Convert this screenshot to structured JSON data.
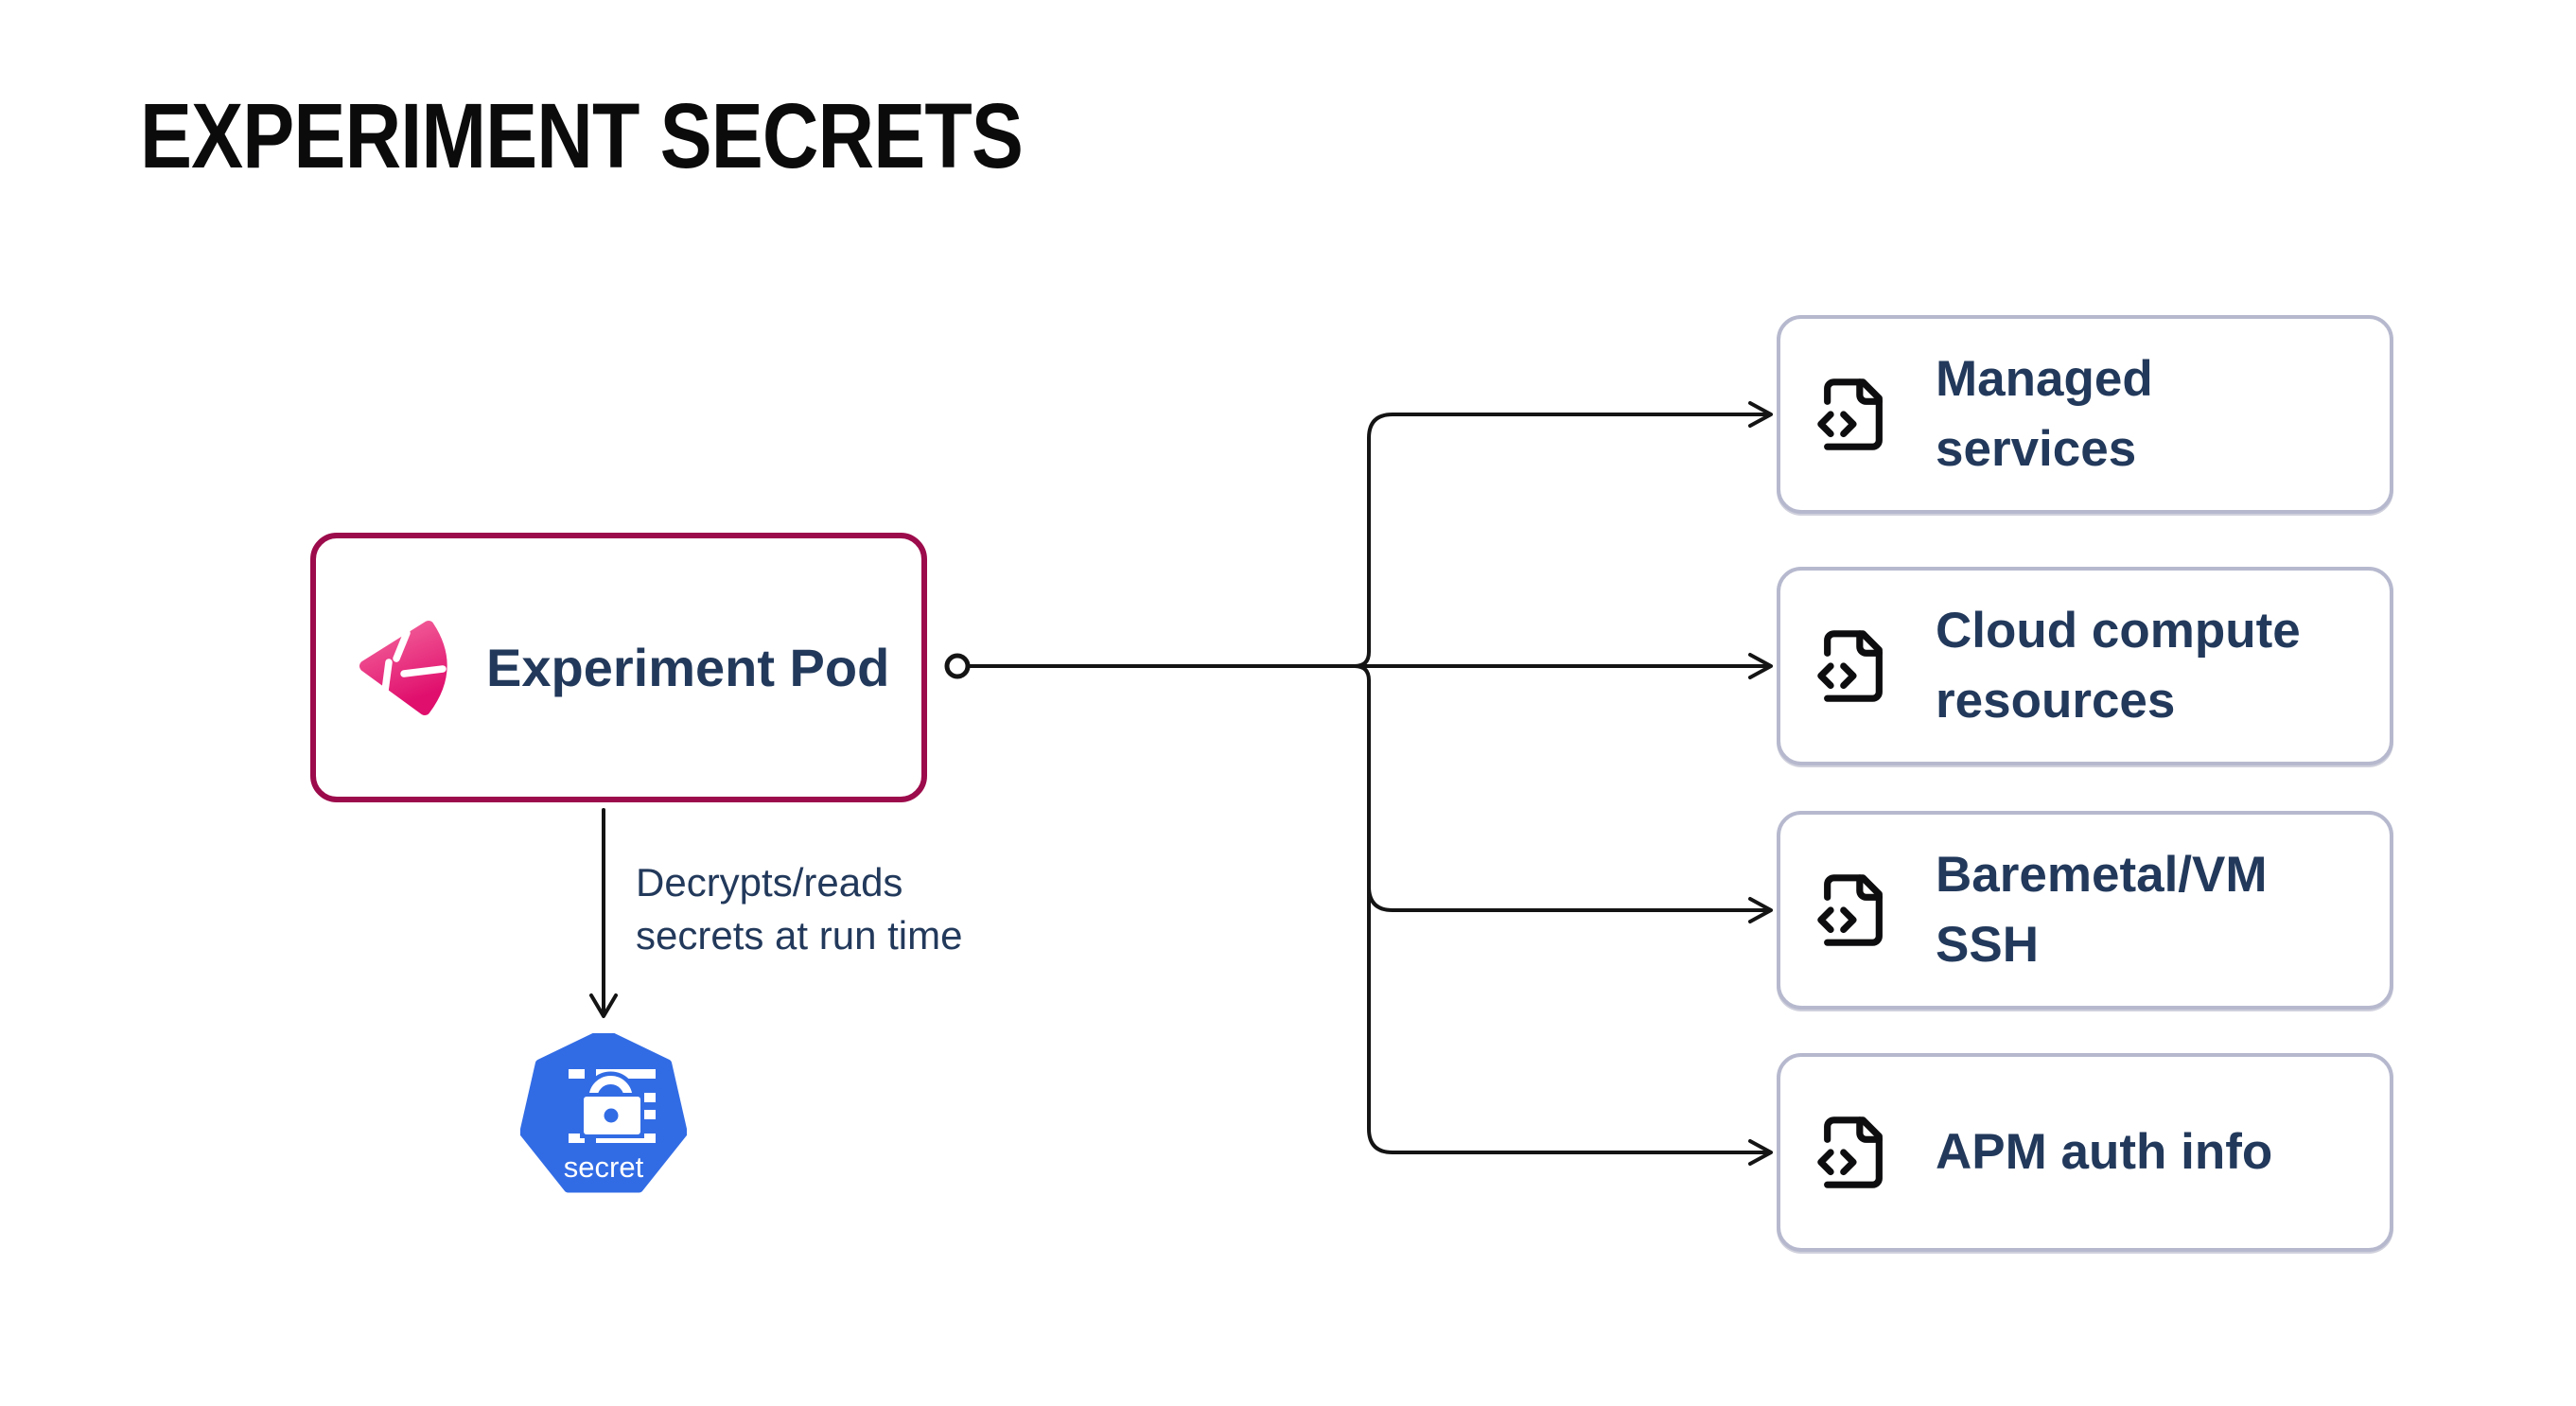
{
  "title": "EXPERIMENT SECRETS",
  "pod": {
    "label": "Experiment Pod",
    "logo": "litmuschaos-logo"
  },
  "decrypt_note": {
    "line1": "Decrypts/reads",
    "line2": "secrets at run time"
  },
  "secret_node": {
    "label": "secret",
    "icon": "kubernetes-secret-icon"
  },
  "targets": [
    {
      "label": "Managed services",
      "icon": "file-code-icon"
    },
    {
      "label": "Cloud compute resources",
      "icon": "file-code-icon"
    },
    {
      "label": "Baremetal/VM SSH",
      "icon": "file-code-icon"
    },
    {
      "label": "APM auth info",
      "icon": "file-code-icon"
    }
  ],
  "colors": {
    "pod_border": "#9c0b4b",
    "target_border": "#b6b9ce",
    "text_dark": "#22395b",
    "title_text": "#0b0b0c",
    "connector": "#141414",
    "kubernetes_blue": "#326ce5",
    "litmus_pink_light": "#f4679d",
    "litmus_pink_dark": "#e00e6d"
  }
}
